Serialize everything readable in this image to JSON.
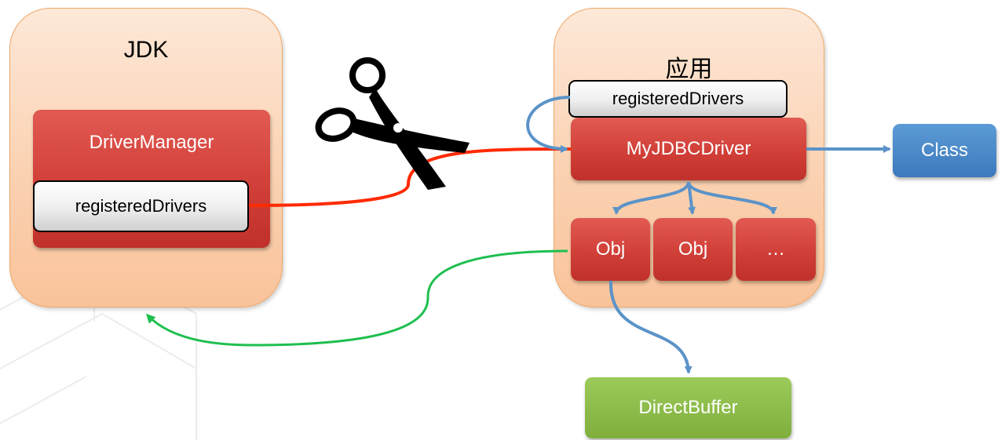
{
  "jdk": {
    "title": "JDK",
    "driver_manager": "DriverManager",
    "registered_drivers": "registeredDrivers"
  },
  "app": {
    "title": "应用",
    "registered_drivers": "registeredDrivers",
    "driver": "MyJDBCDriver",
    "objects": [
      "Obj",
      "Obj",
      "…"
    ]
  },
  "class_box": "Class",
  "direct_buffer": "DirectBuffer",
  "colors": {
    "container_fill": "#fbd2b2",
    "container_border": "#f0a868",
    "red_box": "#cf3d36",
    "blue_arrow": "#5b93c8",
    "red_line": "#ff2a00",
    "green_line": "#1fbf4f",
    "class_box": "#4a86c6",
    "direct_buffer_box": "#8dbd4a"
  },
  "icons": {
    "cut": "scissors-icon"
  }
}
